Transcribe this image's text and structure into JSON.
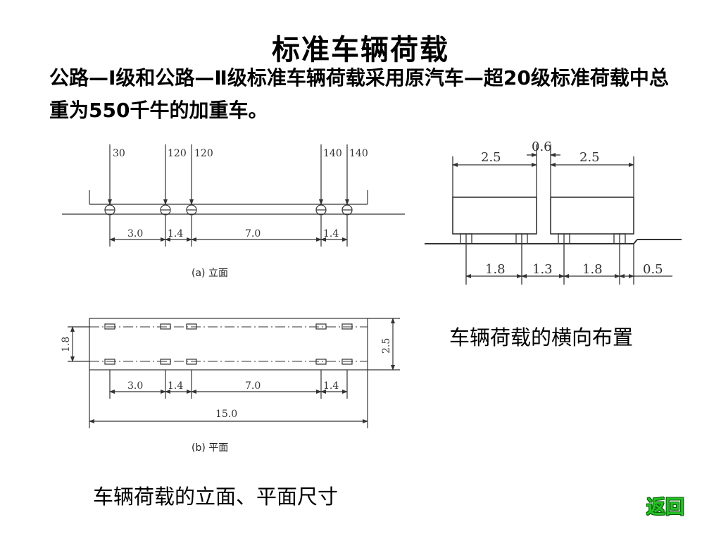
{
  "slide": {
    "title": "标准车辆荷载",
    "intro": "公路—Ⅰ级和公路—Ⅱ级标准车辆荷载采用原汽车—超20级标准荷载中总重为550千牛的加重车。",
    "caption_transverse": "车辆荷载的横向布置",
    "caption_elevation_plan": "车辆荷载的立面、平面尺寸",
    "back_button": "返回"
  },
  "elevation": {
    "loads": [
      "30",
      "120",
      "120",
      "140",
      "140"
    ],
    "spacings": [
      "3.0",
      "1.4",
      "7.0",
      "1.4"
    ],
    "label": "(a) 立面"
  },
  "plan": {
    "spacings": [
      "3.0",
      "1.4",
      "7.0",
      "1.4"
    ],
    "total_length": "15.0",
    "wheel_track": "1.8",
    "width": "2.5",
    "label": "(b) 平面"
  },
  "transverse": {
    "vehicle_widths": [
      "2.5",
      "2.5"
    ],
    "gap": "0.6",
    "bottom_dims": [
      "1.8",
      "1.3",
      "1.8",
      "0.5"
    ]
  },
  "colors": {
    "line": "#333333",
    "back_button": "#22c422"
  }
}
